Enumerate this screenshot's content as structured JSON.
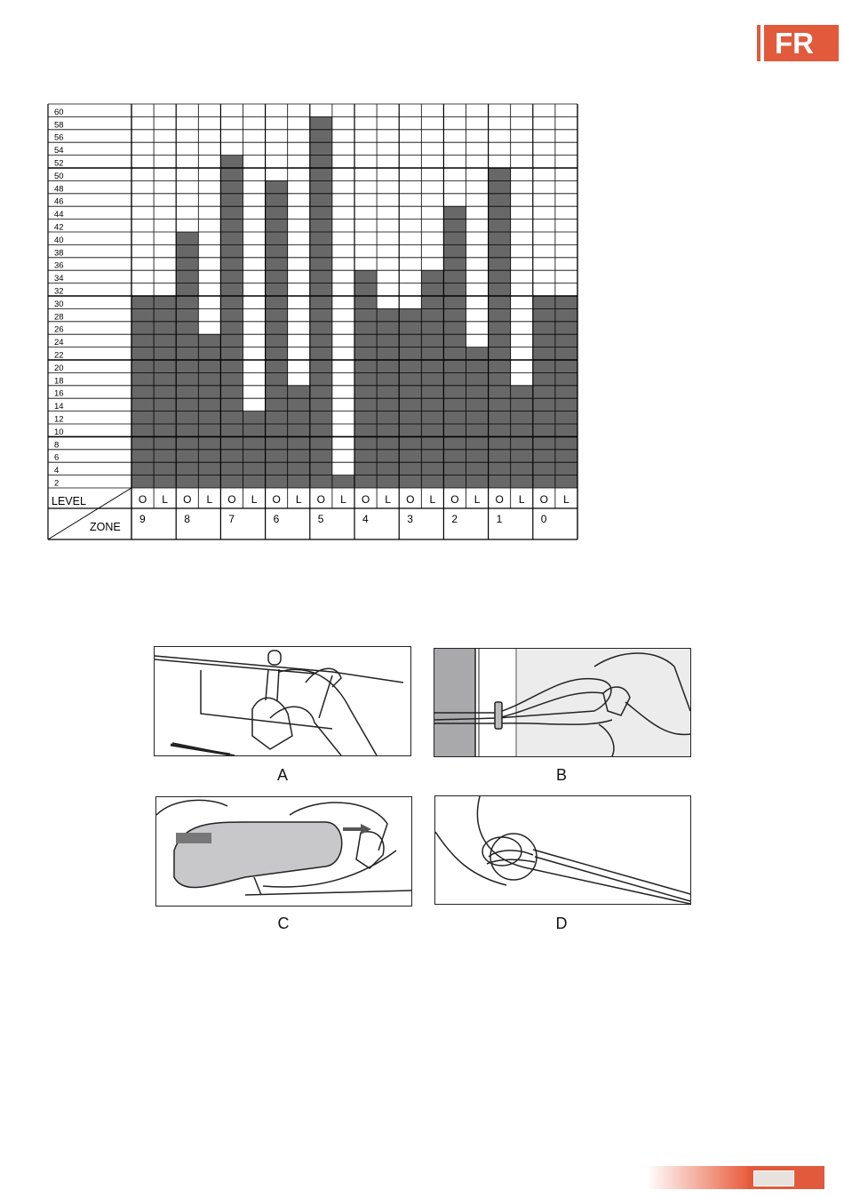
{
  "header": {
    "lang_tab": "FR"
  },
  "chart_data": {
    "type": "bar",
    "y_ticks": [
      60,
      58,
      56,
      54,
      52,
      50,
      48,
      46,
      44,
      42,
      40,
      38,
      36,
      34,
      32,
      30,
      28,
      26,
      24,
      22,
      20,
      18,
      16,
      14,
      12,
      10,
      8,
      6,
      4,
      2
    ],
    "ylim": [
      0,
      60
    ],
    "level_label": "LEVEL",
    "zone_label": "ZONE",
    "columns": [
      "O",
      "L",
      "O",
      "L",
      "O",
      "L",
      "O",
      "L",
      "O",
      "L",
      "O",
      "L",
      "O",
      "L",
      "O",
      "L",
      "O",
      "L",
      "O",
      "L"
    ],
    "zones": [
      "9",
      "8",
      "7",
      "6",
      "5",
      "4",
      "3",
      "2",
      "1",
      "0"
    ],
    "values": [
      30,
      30,
      40,
      24,
      52,
      12,
      48,
      16,
      58,
      2,
      34,
      28,
      28,
      34,
      44,
      22,
      50,
      16,
      30,
      30
    ],
    "colors": {
      "bar": "#686868",
      "grid": "#000000"
    }
  },
  "figures": [
    {
      "label": "A",
      "icon": "valve-insertion-illustration"
    },
    {
      "label": "B",
      "icon": "cord-loop-illustration"
    },
    {
      "label": "C",
      "icon": "cylinder-cord-illustration"
    },
    {
      "label": "D",
      "icon": "cord-knot-illustration"
    }
  ],
  "colors": {
    "accent": "#e25a3c"
  }
}
